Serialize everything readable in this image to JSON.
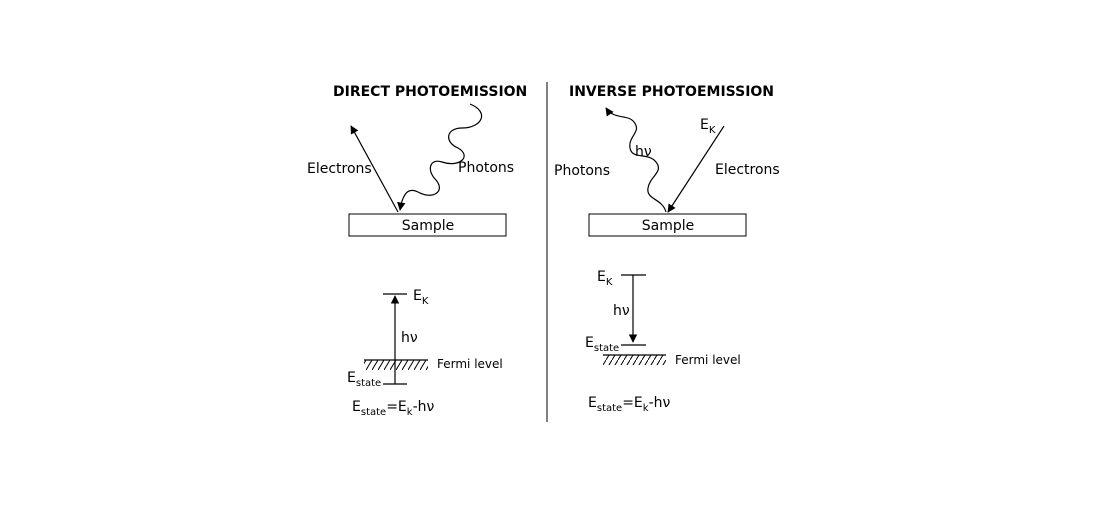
{
  "direct": {
    "title": "DIRECT PHOTOEMISSION",
    "electrons_label": "Electrons",
    "photons_label": "Photons",
    "sample_label": "Sample",
    "ek_main": "E",
    "ek_sub": "K",
    "hv_label": "hν",
    "fermi_label": "Fermi level",
    "estate_main": "E",
    "estate_sub": "state",
    "eq_e": "E",
    "eq_sub": "state",
    "eq_rest": "=E",
    "eq_k": "k",
    "eq_tail": "-hν"
  },
  "inverse": {
    "title": "INVERSE PHOTOEMISSION",
    "photons_label": "Photons",
    "hv_wave_label": "hν",
    "ek_top_main": "E",
    "ek_top_sub": "K",
    "electrons_label": "Electrons",
    "sample_label": "Sample",
    "ek_main": "E",
    "ek_sub": "K",
    "hv_label": "hν",
    "estate_main": "E",
    "estate_sub": "state",
    "fermi_label": "Fermi level",
    "eq_e": "E",
    "eq_sub": "state",
    "eq_rest": "=E",
    "eq_k": "k",
    "eq_tail": "-hν"
  },
  "colors": {
    "ink": "#000000",
    "background": "#ffffff"
  }
}
